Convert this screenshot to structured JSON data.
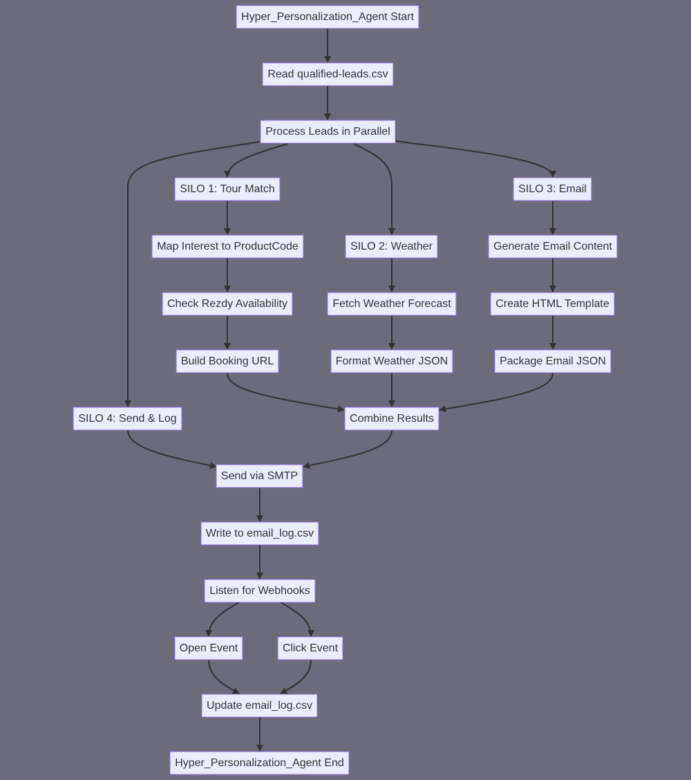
{
  "diagram": {
    "nodes": {
      "start": "Hyper_Personalization_Agent Start",
      "read_leads": "Read qualified-leads.csv",
      "process_parallel": "Process Leads in Parallel",
      "silo1": "SILO 1: Tour Match",
      "silo3": "SILO 3: Email",
      "map_interest": "Map Interest to ProductCode",
      "silo2": "SILO 2: Weather",
      "generate_email": "Generate Email Content",
      "check_rezdy": "Check Rezdy Availability",
      "fetch_weather": "Fetch Weather Forecast",
      "create_html": "Create HTML Template",
      "build_url": "Build Booking URL",
      "format_weather": "Format Weather JSON",
      "package_email": "Package Email JSON",
      "silo4": "SILO 4: Send & Log",
      "combine": "Combine Results",
      "send_smtp": "Send via SMTP",
      "write_log": "Write to email_log.csv",
      "listen_webhooks": "Listen for Webhooks",
      "open_event": "Open Event",
      "click_event": "Click Event",
      "update_log": "Update email_log.csv",
      "end": "Hyper_Personalization_Agent End"
    }
  }
}
